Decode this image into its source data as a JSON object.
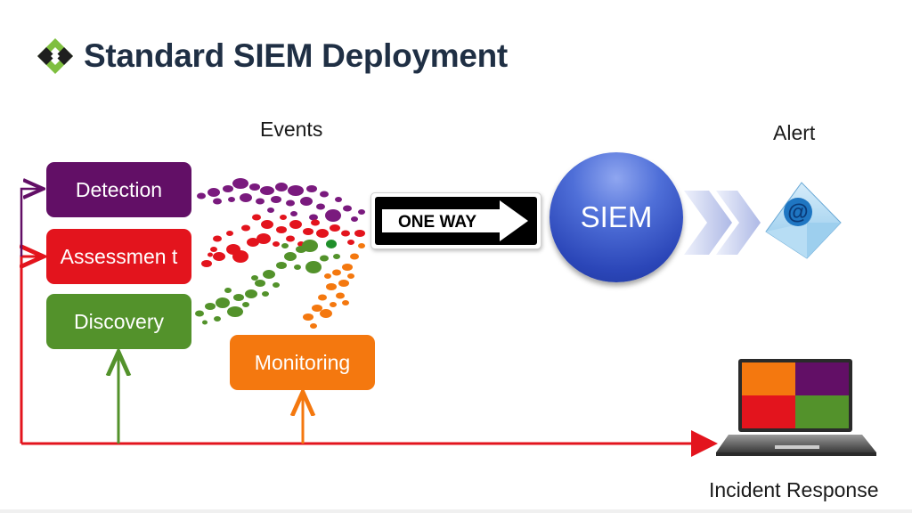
{
  "slide": {
    "title": "Standard SIEM Deployment",
    "logo_icon": "diamond-logo-icon"
  },
  "labels": {
    "events": "Events",
    "alert": "Alert",
    "incident_response": "Incident Response"
  },
  "boxes": {
    "detection": "Detection",
    "assessment": "Assessmen t",
    "discovery": "Discovery",
    "monitoring": "Monitoring"
  },
  "sign": {
    "text": "ONE  WAY"
  },
  "siem": {
    "label": "SIEM"
  },
  "icons": {
    "email": "email-at-icon",
    "laptop": "laptop-icon",
    "chevrons": "double-chevron-icon"
  },
  "colors": {
    "title": "#1f2f44",
    "detection": "#620f66",
    "assessment": "#e3141d",
    "discovery": "#53922b",
    "monitoring": "#f4780f",
    "siem": "#2b46b8",
    "logo_green": "#7fbf3f"
  }
}
